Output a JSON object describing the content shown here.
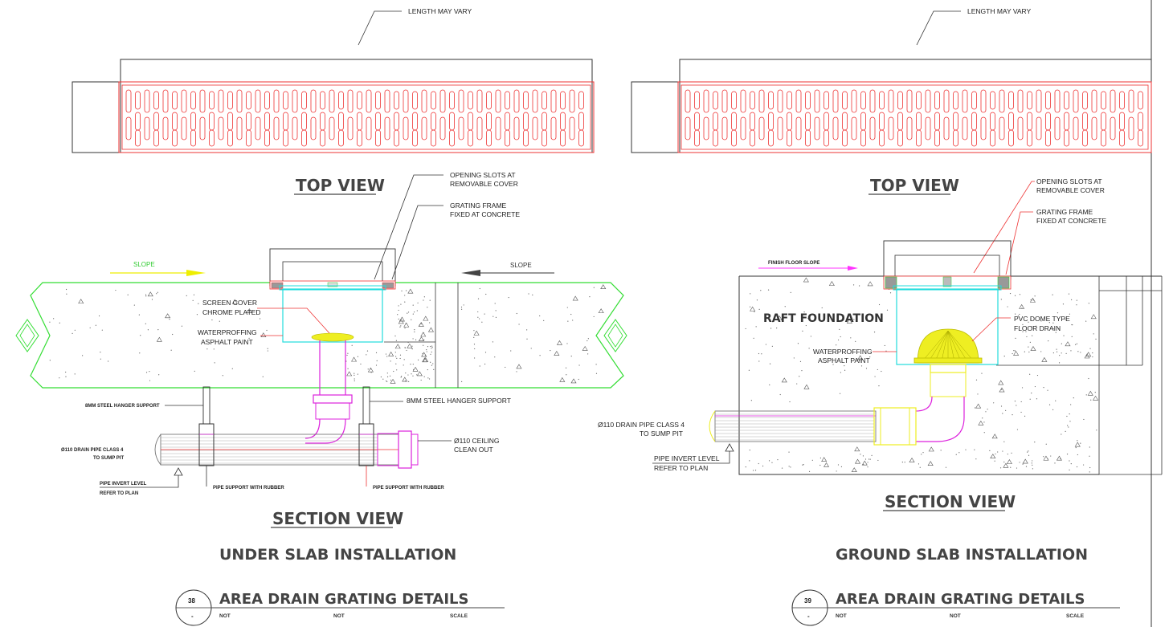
{
  "left": {
    "length_note": "LENGTH MAY VARY",
    "top_view_title": "TOP VIEW",
    "section_view_title": "SECTION VIEW",
    "installation_title": "UNDER SLAB INSTALLATION",
    "callouts": {
      "opening_slots": [
        "OPENING SLOTS AT",
        "REMOVABLE COVER"
      ],
      "grating_frame": [
        "GRATING FRAME",
        "FIXED AT CONCRETE"
      ],
      "slope_left": "SLOPE",
      "slope_right": "SLOPE",
      "screen_cover": [
        "SCREEN COVER",
        "CHROME PLATED"
      ],
      "waterproofing": [
        "WATERPROFFING",
        "ASPHALT PAINT"
      ],
      "hanger_left": "8MM STEEL HANGER SUPPORT",
      "hanger_right": "8MM STEEL HANGER SUPPORT",
      "drain_pipe": [
        "Ø110 DRAIN PIPE CLASS 4",
        "TO SUMP PIT"
      ],
      "clean_out": [
        "Ø110 CEILING",
        "CLEAN OUT"
      ],
      "invert": [
        "PIPE INVERT LEVEL",
        "REFER TO PLAN"
      ],
      "support_left": "PIPE SUPPORT WITH RUBBER",
      "support_right": "PIPE SUPPORT WITH RUBBER"
    },
    "detail_bubble": {
      "number": "38",
      "sub": "-"
    },
    "detail_title": "AREA DRAIN GRATING DETAILS",
    "scale_row": [
      "NOT",
      "NOT",
      "SCALE"
    ]
  },
  "right": {
    "length_note": "LENGTH MAY VARY",
    "top_view_title": "TOP VIEW",
    "section_view_title": "SECTION VIEW",
    "installation_title": "GROUND SLAB INSTALLATION",
    "callouts": {
      "opening_slots": [
        "OPENING SLOTS AT",
        "REMOVABLE COVER"
      ],
      "grating_frame": [
        "GRATING FRAME",
        "FIXED AT CONCRETE"
      ],
      "finish_slope": "FINISH FLOOR SLOPE",
      "raft": "RAFT FOUNDATION",
      "pvc_dome": [
        "PVC DOME TYPE",
        "FLOOR DRAIN"
      ],
      "waterproofing": [
        "WATERPROFFING",
        "ASPHALT PAINT"
      ],
      "drain_pipe": [
        "Ø110 DRAIN PIPE CLASS 4",
        "TO SUMP PIT"
      ],
      "invert": [
        "PIPE INVERT LEVEL",
        "REFER TO PLAN"
      ]
    },
    "detail_bubble": {
      "number": "39",
      "sub": "-"
    },
    "detail_title": "AREA DRAIN GRATING DETAILS",
    "scale_row": [
      "NOT",
      "NOT",
      "SCALE"
    ]
  },
  "colors": {
    "slab_outline": "#33dd33",
    "grating": "#ee3333",
    "drain_body": "#22dddd",
    "pipe": "#dd22dd",
    "fitting": "#eeee22",
    "slope_arrow": "#eeee00",
    "slope_arrow_right": "#ff33ff",
    "line": "#333333"
  }
}
